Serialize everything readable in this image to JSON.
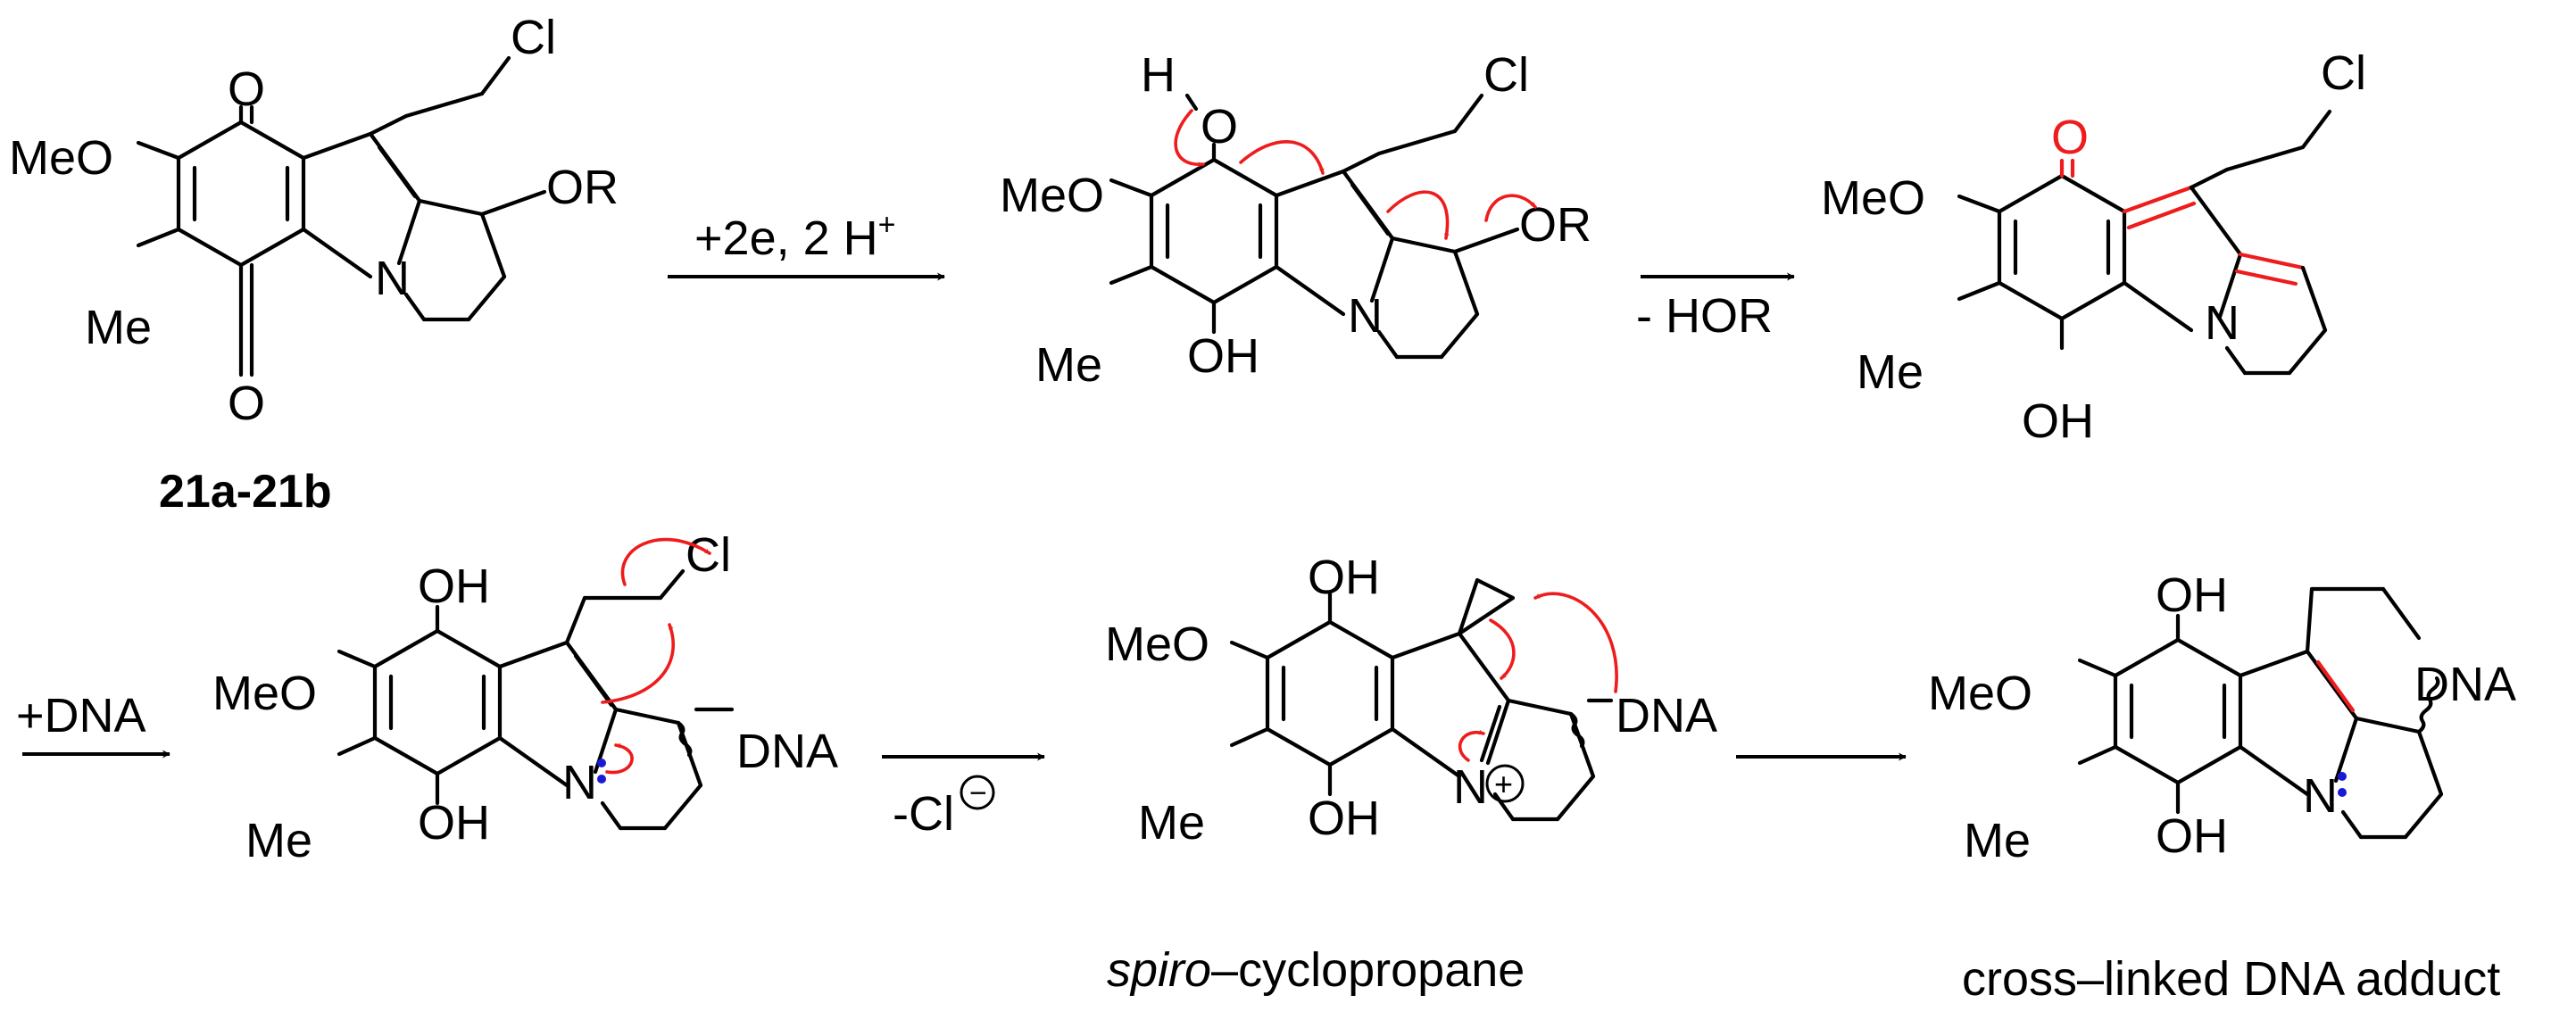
{
  "labels": {
    "MeO": "MeO",
    "Me": "Me",
    "O": "O",
    "OH": "OH",
    "H": "H",
    "Cl": "Cl",
    "N": "N",
    "OR": "OR",
    "DNA": "DNA"
  },
  "compound_label": "21a-21b",
  "arrows": {
    "step1_main": "+2e, 2 H",
    "step1_sup": "+",
    "step2": "- HOR",
    "step3": "+DNA",
    "step4_main": "-Cl",
    "step4_charge": "−",
    "n_charge": "+"
  },
  "captions": {
    "spiro_italic": "spiro",
    "spiro_rest": "–cyclopropane",
    "adduct": "cross–linked DNA adduct"
  },
  "colors": {
    "ink": "#000000",
    "electron_arrow": "#ee1c1c",
    "new_bond": "#ee1c1c",
    "lone_pair": "#1a1ad6"
  }
}
